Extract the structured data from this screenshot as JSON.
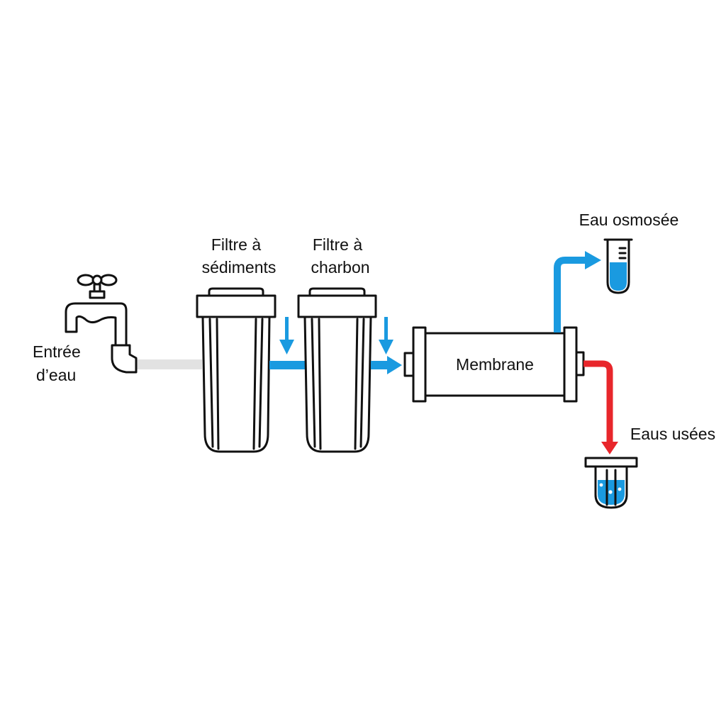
{
  "diagram": {
    "title": "Osmose inverse",
    "colors": {
      "clean_flow": "#1a9ae0",
      "waste_flow": "#e8262b",
      "inlet_pipe": "#e2e2e2",
      "outline": "#111111"
    },
    "components": {
      "inlet": {
        "label_line1": "Entrée",
        "label_line2": "d’eau",
        "icon": "faucet-icon"
      },
      "sediment_filter": {
        "label_line1": "Filtre à",
        "label_line2": "sédiments",
        "icon": "filter-cartridge-icon"
      },
      "carbon_filter": {
        "label_line1": "Filtre à",
        "label_line2": "charbon",
        "icon": "filter-cartridge-icon"
      },
      "membrane": {
        "label": "Membrane",
        "icon": "membrane-housing-icon"
      },
      "permeate": {
        "label": "Eau osmosée",
        "icon": "test-tube-icon"
      },
      "waste": {
        "label": "Eaus usées",
        "icon": "beaker-icon"
      }
    },
    "flows": [
      {
        "from": "inlet",
        "to": "sediment_filter",
        "type": "inlet"
      },
      {
        "from": "sediment_filter",
        "to": "carbon_filter",
        "type": "clean"
      },
      {
        "from": "carbon_filter",
        "to": "membrane",
        "type": "clean"
      },
      {
        "from": "membrane",
        "to": "permeate",
        "type": "clean"
      },
      {
        "from": "membrane",
        "to": "waste",
        "type": "waste"
      }
    ]
  }
}
